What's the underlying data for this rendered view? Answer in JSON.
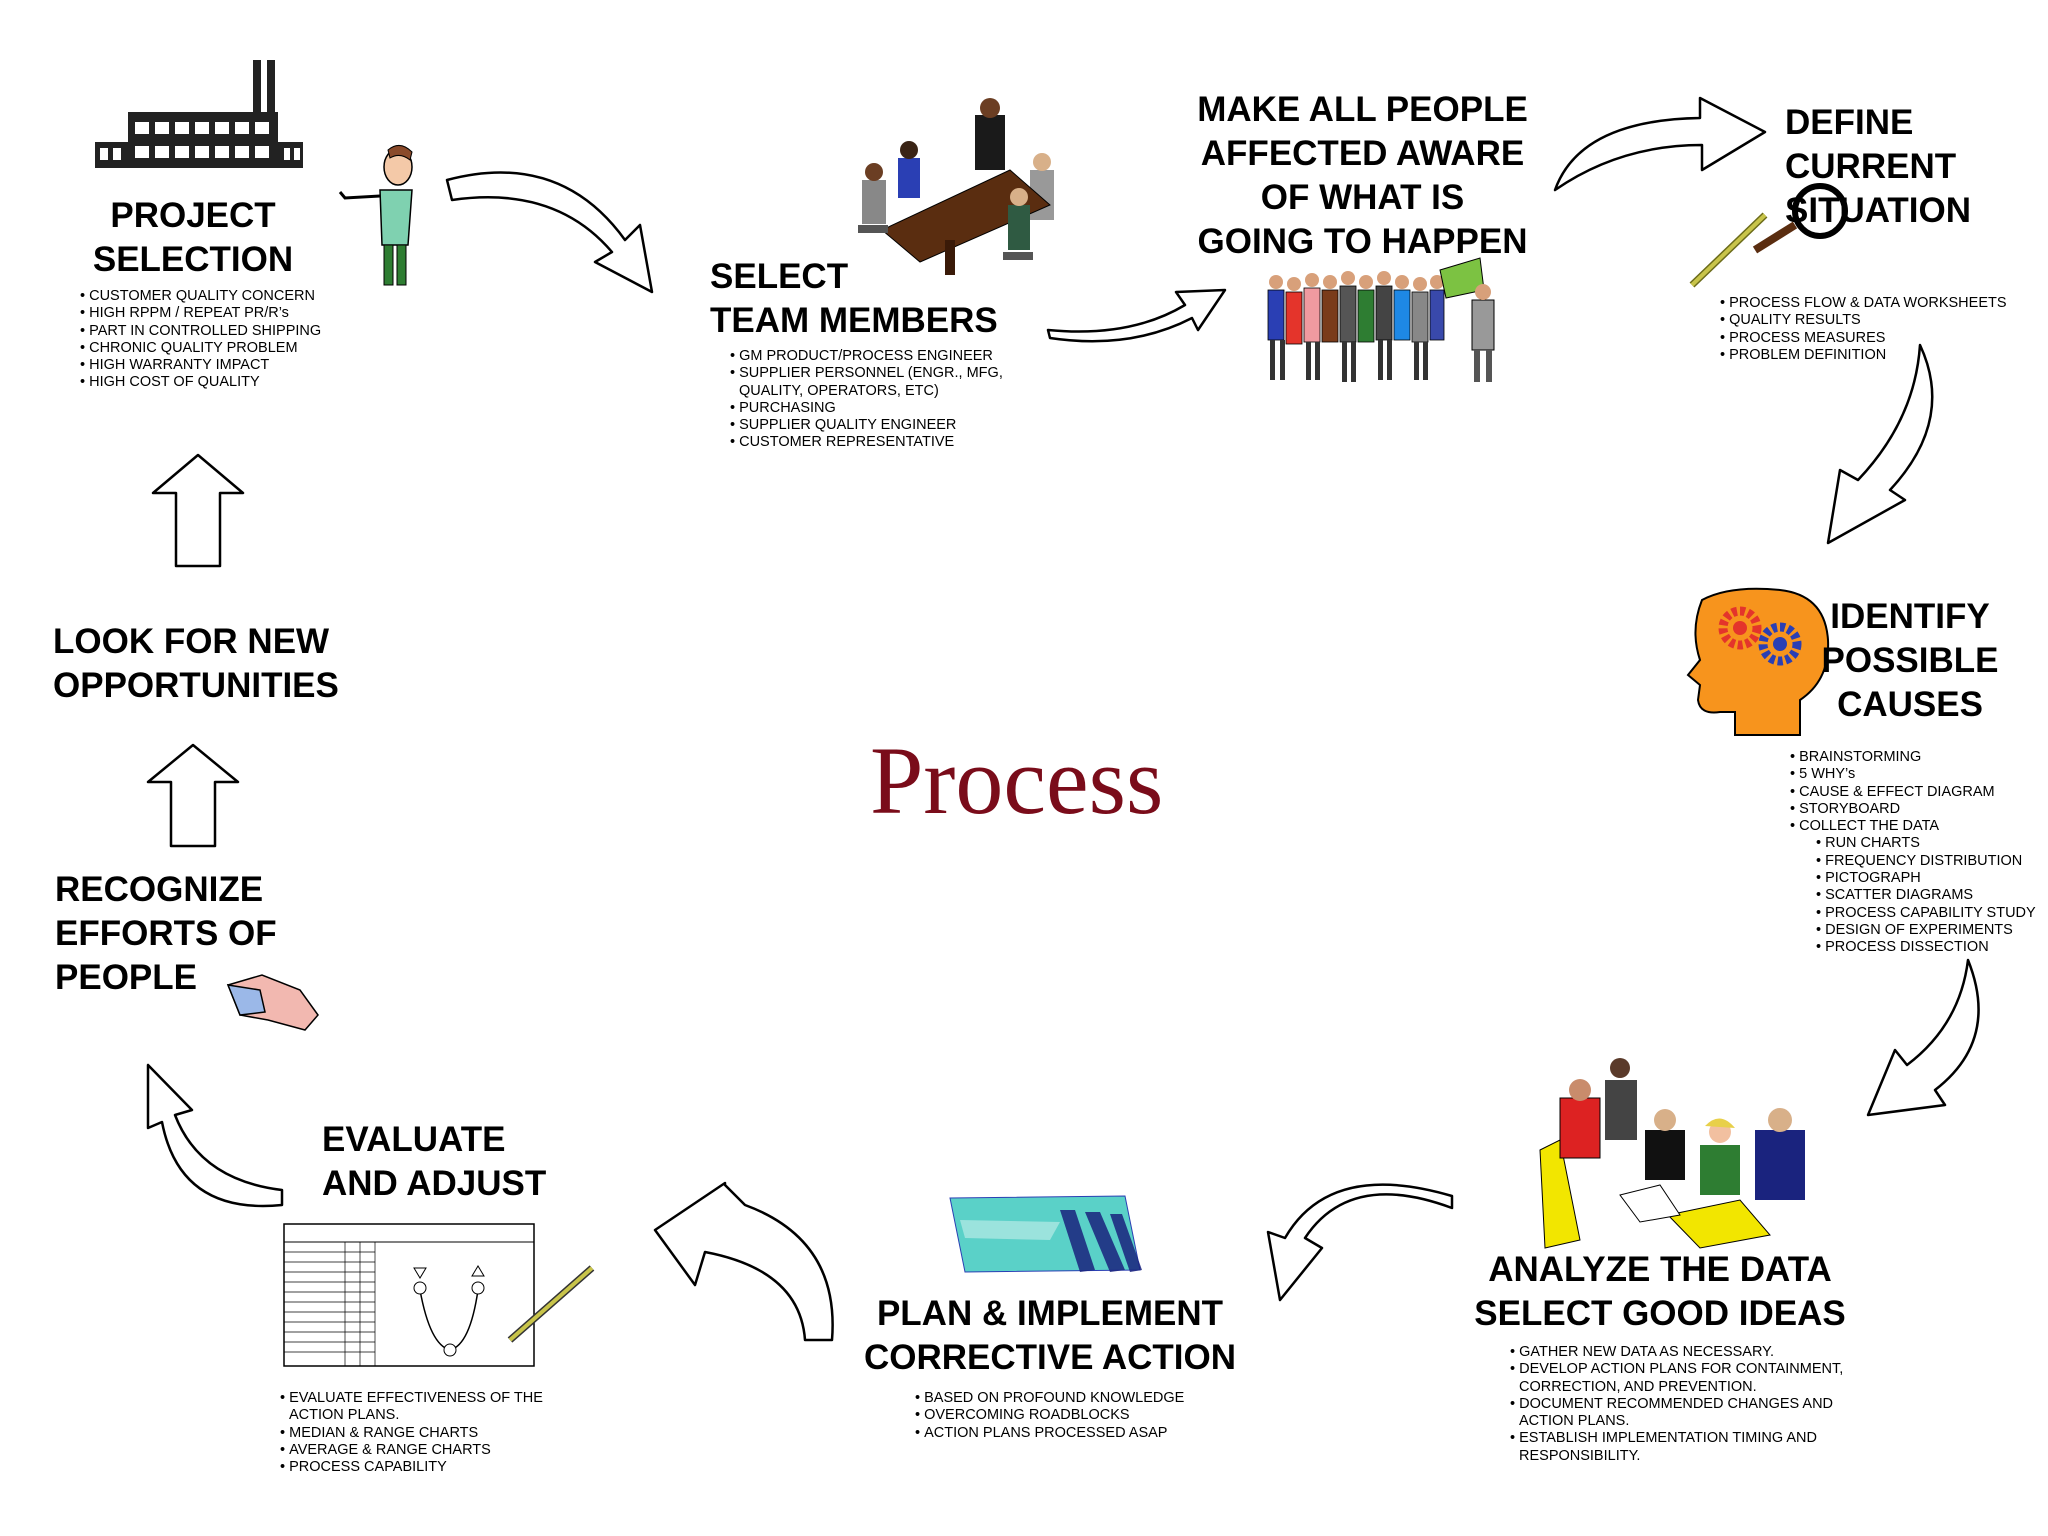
{
  "diagram": {
    "center_title": "Process",
    "steps": [
      {
        "id": "project-selection",
        "title": "PROJECT\nSELECTION",
        "bullets": [
          "CUSTOMER QUALITY CONCERN",
          "HIGH RPPM / REPEAT PR/R’s",
          "PART IN CONTROLLED SHIPPING",
          "CHRONIC QUALITY PROBLEM",
          "HIGH WARRANTY IMPACT",
          "HIGH COST OF QUALITY"
        ]
      },
      {
        "id": "select-team",
        "title": "SELECT\nTEAM MEMBERS",
        "bullets": [
          "GM PRODUCT/PROCESS ENGINEER",
          "SUPPLIER PERSONNEL (ENGR., MFG,\nQUALITY, OPERATORS, ETC)",
          "PURCHASING",
          "SUPPLIER QUALITY ENGINEER",
          "CUSTOMER REPRESENTATIVE"
        ]
      },
      {
        "id": "make-aware",
        "title": "MAKE ALL PEOPLE\nAFFECTED AWARE\nOF WHAT IS\nGOING TO HAPPEN",
        "bullets": []
      },
      {
        "id": "define-situation",
        "title": "DEFINE\nCURRENT\nSITUATION",
        "bullets": [
          "PROCESS FLOW & DATA WORKSHEETS",
          "QUALITY RESULTS",
          "PROCESS MEASURES",
          "PROBLEM DEFINITION"
        ]
      },
      {
        "id": "identify-causes",
        "title": "IDENTIFY\nPOSSIBLE\nCAUSES",
        "bullets": [
          "BRAINSTORMING",
          "5 WHY’s",
          "CAUSE & EFFECT DIAGRAM",
          "STORYBOARD",
          "COLLECT THE DATA"
        ],
        "sub_bullets": [
          "RUN CHARTS",
          "FREQUENCY DISTRIBUTION",
          "PICTOGRAPH",
          "SCATTER DIAGRAMS",
          "PROCESS CAPABILITY STUDY",
          "DESIGN OF EXPERIMENTS",
          "PROCESS DISSECTION"
        ]
      },
      {
        "id": "analyze-data",
        "title": "ANALYZE THE DATA\nSELECT GOOD IDEAS",
        "bullets": [
          "GATHER NEW DATA AS NECESSARY.",
          "DEVELOP ACTION PLANS FOR CONTAINMENT,\nCORRECTION, AND PREVENTION.",
          "DOCUMENT RECOMMENDED CHANGES AND\nACTION PLANS.",
          "ESTABLISH IMPLEMENTATION TIMING AND\nRESPONSIBILITY."
        ]
      },
      {
        "id": "plan-implement",
        "title": "PLAN & IMPLEMENT\nCORRECTIVE ACTION",
        "bullets": [
          "BASED ON PROFOUND KNOWLEDGE",
          "OVERCOMING ROADBLOCKS",
          "ACTION PLANS PROCESSED ASAP"
        ]
      },
      {
        "id": "evaluate-adjust",
        "title": "EVALUATE\nAND ADJUST",
        "bullets": [
          "EVALUATE EFFECTIVENESS OF THE\nACTION PLANS.",
          "MEDIAN & RANGE CHARTS",
          "AVERAGE & RANGE CHARTS",
          "PROCESS CAPABILITY"
        ]
      },
      {
        "id": "recognize-efforts",
        "title": "RECOGNIZE\nEFFORTS OF\nPEOPLE",
        "bullets": []
      },
      {
        "id": "look-opportunities",
        "title": "LOOK FOR NEW\nOPPORTUNITIES",
        "bullets": []
      }
    ],
    "colors": {
      "title_accent": "#7a0c1a",
      "head_orange": "#f7941d",
      "gear_red": "#e4342b",
      "gear_blue": "#2a3fb4"
    },
    "icons": [
      "factory-icon",
      "person-pointing-icon",
      "meeting-table-icon",
      "crowd-icon",
      "magnifier-pencil-icon",
      "head-gears-icon",
      "team-discussion-icon",
      "running-figures-icon",
      "worksheet-icon",
      "handshake-icon"
    ]
  }
}
